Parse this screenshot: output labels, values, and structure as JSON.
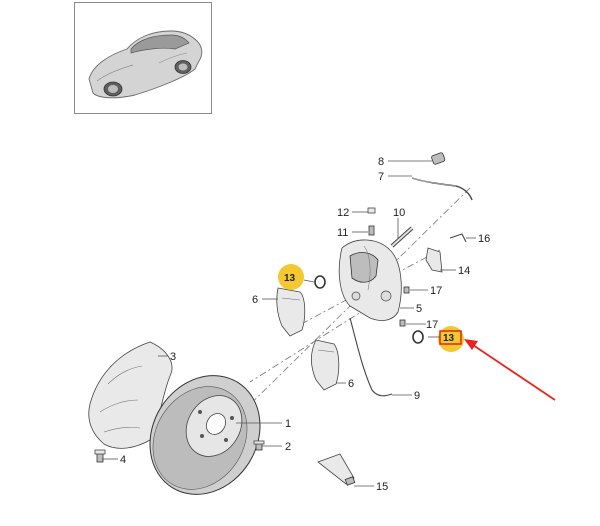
{
  "thumbnail": {
    "icon": "car-thumbnail-icon"
  },
  "highlight_color": "#f3c21b",
  "arrow_color": "#e8231f",
  "callouts": [
    {
      "id": "c8",
      "label": "8"
    },
    {
      "id": "c7",
      "label": "7"
    },
    {
      "id": "c12",
      "label": "12"
    },
    {
      "id": "c10",
      "label": "10"
    },
    {
      "id": "c11",
      "label": "11"
    },
    {
      "id": "c16",
      "label": "16"
    },
    {
      "id": "c14",
      "label": "14"
    },
    {
      "id": "c13a",
      "label": "13"
    },
    {
      "id": "c6a",
      "label": "6"
    },
    {
      "id": "c5",
      "label": "5"
    },
    {
      "id": "c17a",
      "label": "17"
    },
    {
      "id": "c17b",
      "label": "17"
    },
    {
      "id": "c13b",
      "label": "13"
    },
    {
      "id": "c3",
      "label": "3"
    },
    {
      "id": "c6b",
      "label": "6"
    },
    {
      "id": "c9",
      "label": "9"
    },
    {
      "id": "c1",
      "label": "1"
    },
    {
      "id": "c2",
      "label": "2"
    },
    {
      "id": "c4",
      "label": "4"
    },
    {
      "id": "c15",
      "label": "15"
    }
  ]
}
